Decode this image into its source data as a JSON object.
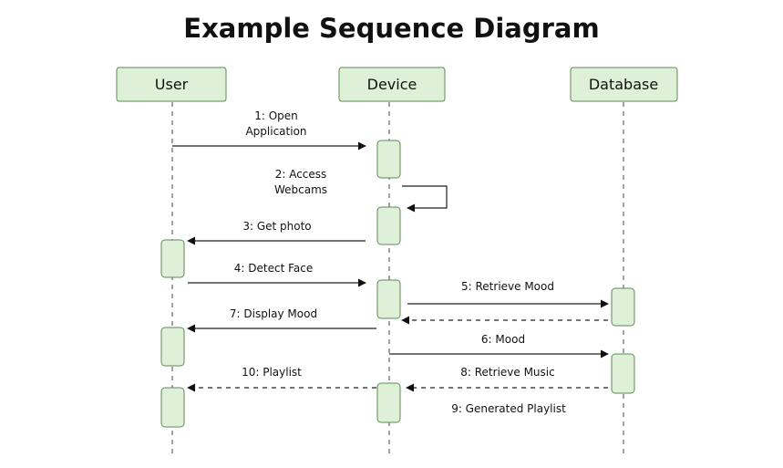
{
  "title": "Example Sequence Diagram",
  "actors": [
    {
      "id": "user",
      "label": "User"
    },
    {
      "id": "device",
      "label": "Device"
    },
    {
      "id": "database",
      "label": "Database"
    }
  ],
  "messages": [
    {
      "id": "m1",
      "label": "1: Open\nApplication",
      "from": "user",
      "to": "device",
      "style": "solid"
    },
    {
      "id": "m2",
      "label": "2: Access\nWebcams",
      "from": "device",
      "to": "device",
      "style": "solid"
    },
    {
      "id": "m3",
      "label": "3: Get photo",
      "from": "device",
      "to": "user",
      "style": "solid"
    },
    {
      "id": "m4",
      "label": "4: Detect Face",
      "from": "user",
      "to": "device",
      "style": "solid"
    },
    {
      "id": "m5",
      "label": "5: Retrieve Mood",
      "from": "device",
      "to": "database",
      "style": "solid"
    },
    {
      "id": "m5r",
      "label": "",
      "from": "database",
      "to": "device",
      "style": "dashed"
    },
    {
      "id": "m7",
      "label": "7: Display Mood",
      "from": "device",
      "to": "user",
      "style": "solid"
    },
    {
      "id": "m6",
      "label": "6: Mood",
      "from": "device",
      "to": "database",
      "style": "solid"
    },
    {
      "id": "m8",
      "label": "8: Retrieve Music",
      "from": "database",
      "to": "device",
      "style": "dashed"
    },
    {
      "id": "m10",
      "label": "10: Playlist",
      "from": "device",
      "to": "user",
      "style": "dashed"
    },
    {
      "id": "m9",
      "label": "9: Generated Playlist",
      "from": "",
      "to": "",
      "style": "label"
    }
  ],
  "colors": {
    "box_fill": "#dff0d8",
    "box_stroke": "#5e8a53",
    "line": "#222222",
    "text": "#111111"
  }
}
